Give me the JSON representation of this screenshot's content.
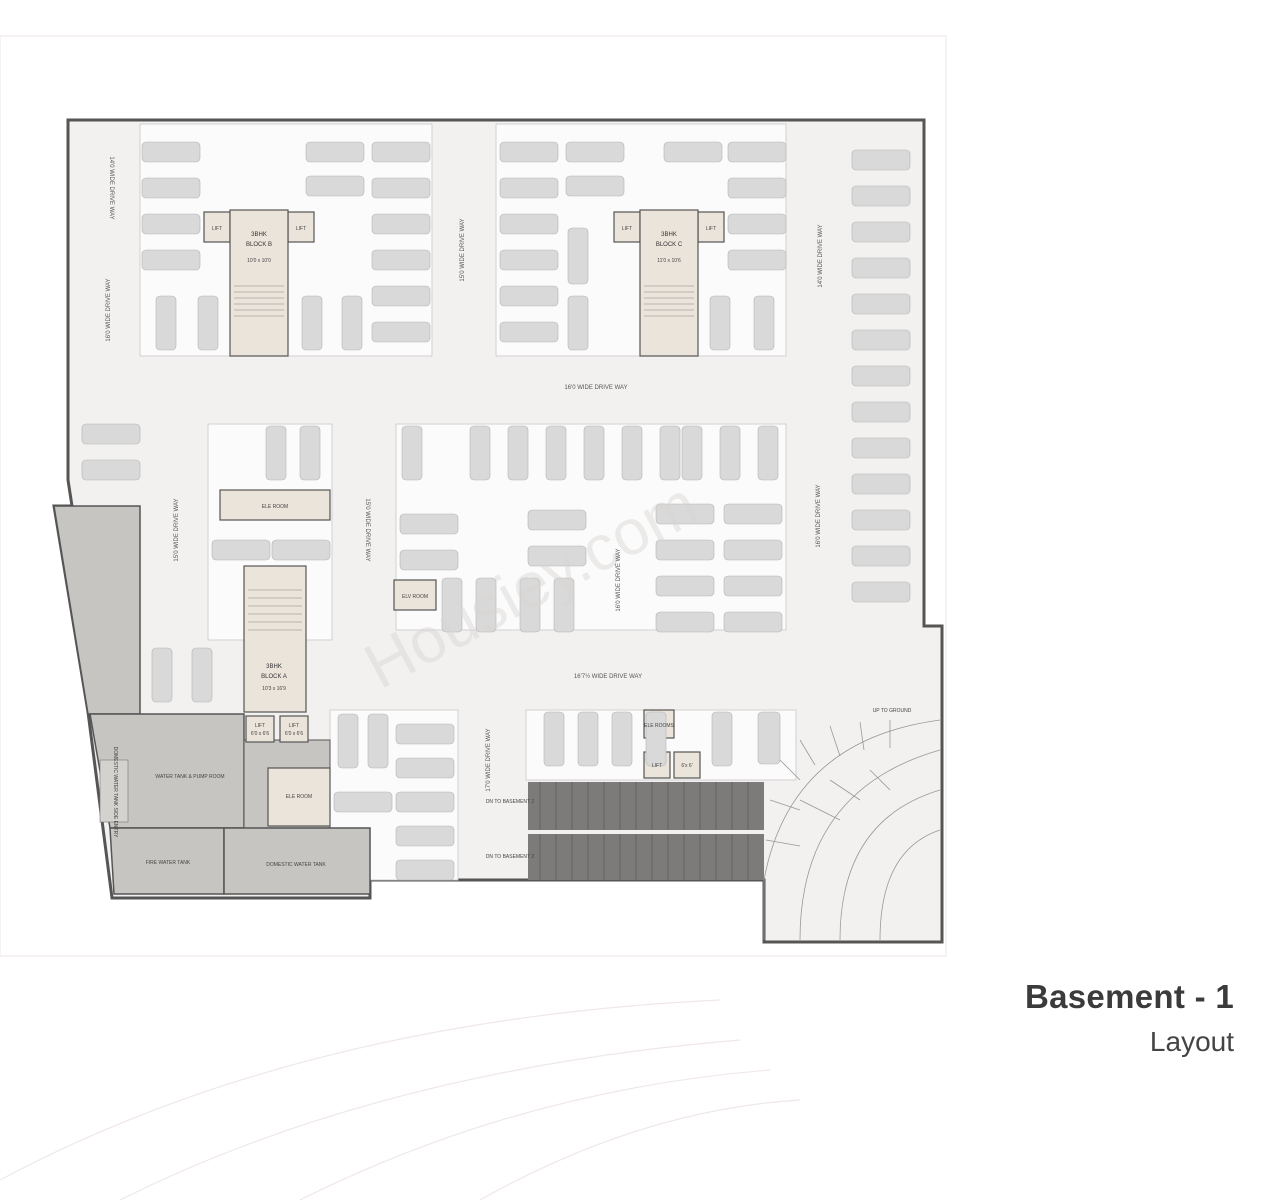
{
  "caption": {
    "title": "Basement - 1",
    "subtitle": "Layout"
  },
  "watermark": "Housiey.com",
  "colors": {
    "floor": "#f2f1f0",
    "parking_bay": "#fbfbfb",
    "core": "#ebe4da",
    "service": "#c7c5c2",
    "ramp": "#7d7b79",
    "car": "#d9d9d9",
    "wall": "#555555"
  },
  "cores": {
    "block_b": {
      "name": "3BHK",
      "block": "BLOCK B",
      "size": "10'0 x 10'0",
      "lift": "LIFT"
    },
    "block_c": {
      "name": "3BHK",
      "block": "BLOCK C",
      "size": "11'0 x 10'6",
      "lift": "LIFT"
    },
    "block_a": {
      "name": "3BHK",
      "block": "BLOCK A",
      "size": "10'3 x 16'9",
      "lift": "LIFT",
      "lift_size": "6'0 x 6'6"
    }
  },
  "rooms": {
    "ele_room_1": "ELE ROOM",
    "elv_room": "ELV ROOM",
    "ele_room_2": "ELE ROOM",
    "ele_room_3": "ELE ROOMS",
    "water_tank_pump": "WATER TANK & PUMP ROOM",
    "fire_water_tank": "FIRE WATER TANK",
    "domestic_water_tank": "DOMESTIC WATER TANK",
    "domestic_tank_entry": "DOMESTIC WATER TANK SIDE ENTRY",
    "lift_small": "LIFT",
    "small_room": "6'x 6'"
  },
  "driveways": {
    "top_left_vert": "14'0 WIDE DRIVE WAY",
    "left_vert": "16'0 WIDE DRIVE WAY",
    "center_vert_1": "15'0 WIDE DRIVE WAY",
    "right_vert": "14'0 WIDE DRIVE WAY",
    "middle_horiz": "16'0 WIDE DRIVE WAY",
    "mid_left_vert": "15'0 WIDE DRIVE WAY",
    "mid_center_vert": "15'0 WIDE DRIVE WAY",
    "mid_inner_vert": "16'0 WIDE DRIVE WAY",
    "mid_right_vert": "16'0 WIDE DRIVE WAY",
    "bottom_horiz": "16'7½ WIDE DRIVE WAY",
    "bottom_vert": "17'0 WIDE DRIVE WAY"
  },
  "ramps": {
    "dn_basement_1": "DN TO BASEMENT 2",
    "dn_basement_2": "DN TO BASEMENT 2",
    "up_ground": "UP TO GROUND"
  }
}
